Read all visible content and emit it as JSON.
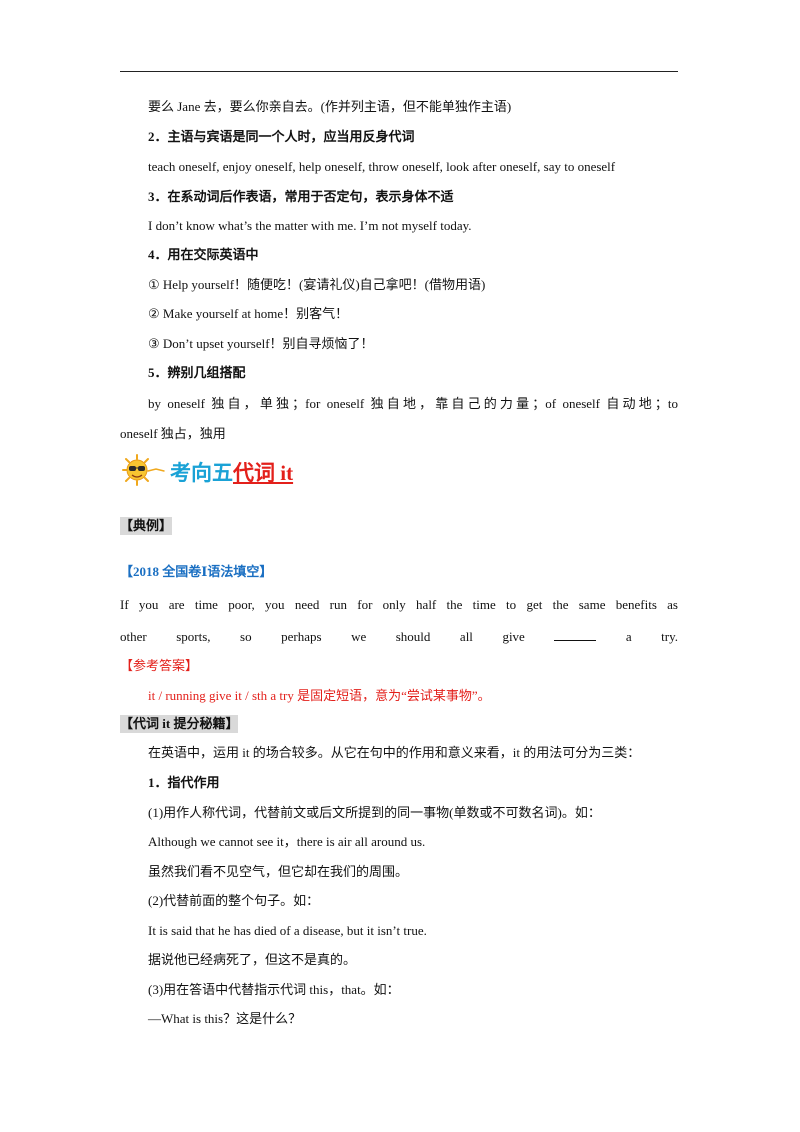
{
  "lines": {
    "l1": "要么 Jane 去，要么你亲自去。(作并列主语，但不能单独作主语)",
    "h2": "2．主语与宾语是同一个人时，应当用反身代词",
    "l2": "teach oneself, enjoy oneself, help oneself, throw oneself, look after oneself, say to oneself",
    "h3": "3．在系动词后作表语，常用于否定句，表示身体不适",
    "l3": "I don’t know what’s the matter with me. I’m not myself today.",
    "h4": "4．用在交际英语中",
    "l4a": "① Help yourself！随便吃！(宴请礼仪)自己拿吧！(借物用语)",
    "l4b": "② Make yourself at home！别客气！",
    "l4c": "③ Don’t upset yourself！别自寻烦恼了！",
    "h5": "5．辨别几组搭配",
    "l5a": "by oneself 独自，单独；for oneself 独自地，靠自己的力量；of oneself 自动地；to",
    "l5b": "oneself 独占，独用"
  },
  "section": {
    "title_prefix": "考向五",
    "title_main": "代词 it",
    "icon": "sun-with-sunglasses-icon"
  },
  "example": {
    "label": "【典例】",
    "source": "【2018 全国卷Ⅰ语法填空】",
    "q1": "If you are time poor, you need run for only half the time to get the same benefits as",
    "q2_before": "other sports, so perhaps we should all give",
    "q2_after": "a try.",
    "answer_label": "【参考答案】",
    "answer": "it / running   give  it  /  sth  a  try 是固定短语，意为“尝试某事物”。"
  },
  "tips": {
    "label": "【代词 it 提分秘籍】",
    "intro": "在英语中，运用 it 的场合较多。从它在句中的作用和意义来看，it 的用法可分为三类：",
    "h1": "1．指代作用",
    "p1": "(1)用作人称代词，代替前文或后文所提到的同一事物(单数或不可数名词)。如：",
    "e1": "Although we cannot see it，there is air all around us.",
    "e1cn": "虽然我们看不见空气，但它却在我们的周围。",
    "p2": "(2)代替前面的整个句子。如：",
    "e2": "It is said that he has died of a disease, but it isn’t true.",
    "e2cn": "据说他已经病死了，但这不是真的。",
    "p3": "(3)用在答语中代替指示代词 this，that。如：",
    "e3": "—What is this？这是什么？"
  },
  "colors": {
    "red": "#e3201b",
    "blue": "#1a6fc2",
    "title": "#1aa2d6",
    "highlight": "#d9d9d9"
  }
}
